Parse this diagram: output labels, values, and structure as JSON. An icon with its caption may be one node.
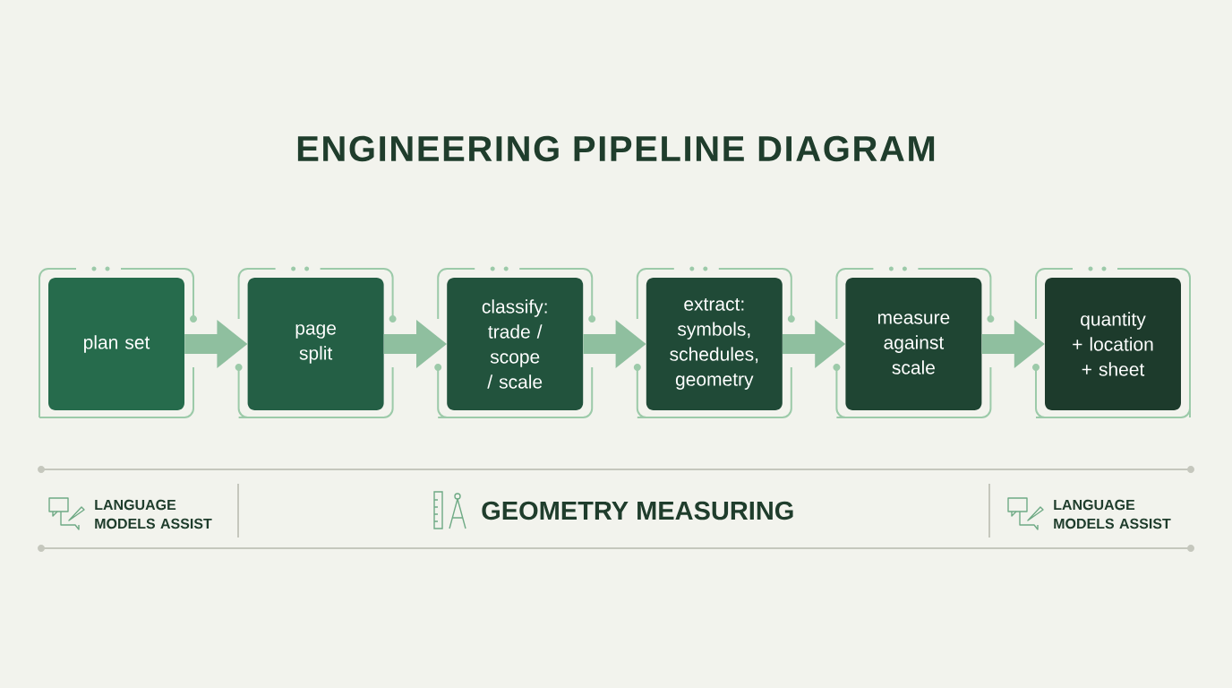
{
  "diagram": {
    "title": "ENGINEERING PIPELINE DIAGRAM",
    "nodes": [
      {
        "text": [
          "plan set"
        ]
      },
      {
        "text": [
          "page split"
        ]
      },
      {
        "text": [
          "classify: trade / scope / scale"
        ]
      },
      {
        "text": [
          "extract: symbols, schedules, geometry"
        ]
      },
      {
        "text": [
          "measure against scale"
        ]
      },
      {
        "text": [
          "quantity + location + sheet"
        ]
      }
    ],
    "edges": [
      {
        "from": 0,
        "to": 1,
        "arrow": "to"
      },
      {
        "from": 1,
        "to": 2,
        "arrow": "to"
      },
      {
        "from": 2,
        "to": 3,
        "arrow": "to"
      },
      {
        "from": 3,
        "to": 4,
        "arrow": "to"
      },
      {
        "from": 4,
        "to": 5,
        "arrow": "to"
      }
    ],
    "labels": [
      "LANGUAGE MODELS ASSIST",
      "GEOMETRY MEASURING",
      "LANGUAGE MODELS ASSIST"
    ]
  }
}
